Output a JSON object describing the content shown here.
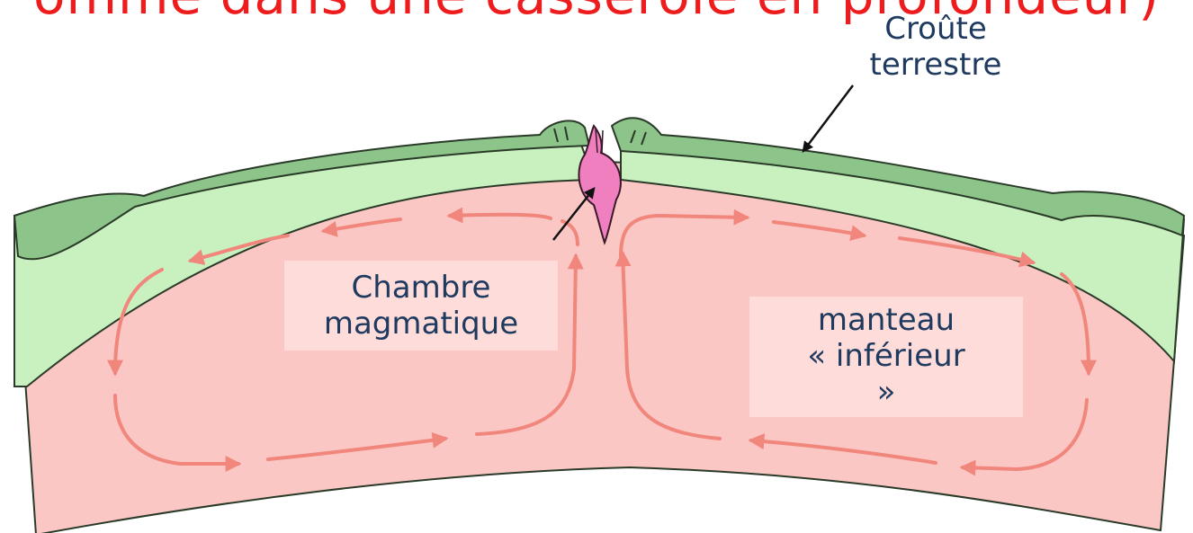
{
  "title": "omme dans une casserole en profondeur)",
  "labels": {
    "crust_line1": "Croûte",
    "crust_line2": "terrestre",
    "chamber_line1": "Chambre",
    "chamber_line2": "magmatique",
    "mantle_line1": "manteau",
    "mantle_line2": "« inférieur",
    "mantle_line3": "»"
  },
  "colors": {
    "title": "#ee1c1c",
    "label_text": "#1f3a5f",
    "mantle_fill": "#fbc7c4",
    "crust_light": "#c9f0bf",
    "crust_dark": "#8cc48a",
    "outline": "#2a3a28",
    "convection_arrows": "#f0867c",
    "magma": "#f07fc0"
  }
}
